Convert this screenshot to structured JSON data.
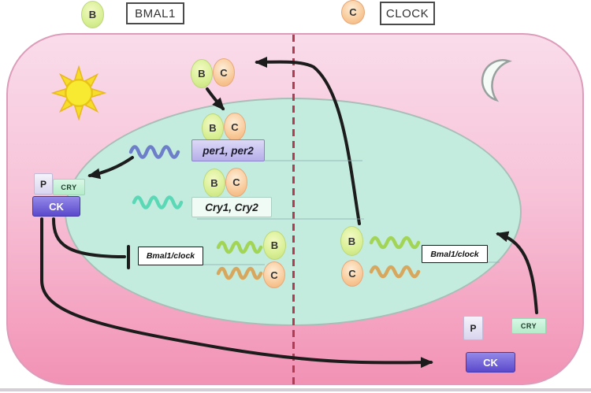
{
  "legend": {
    "bmal1": {
      "letter": "B",
      "label": "BMAL1"
    },
    "clock": {
      "letter": "C",
      "label": "CLOCK"
    }
  },
  "proteins": {
    "bmal1": "B",
    "clock": "C"
  },
  "genes": {
    "per": "per1, per2",
    "cry": "Cry1, Cry2",
    "bmal_clock": "Bmal1/clock"
  },
  "kinase_complex": {
    "phosphate": "P",
    "cry": "CRY",
    "ck": "CK"
  },
  "icons": {
    "day": "sun-icon",
    "night": "moon-icon"
  },
  "colors": {
    "cell_top": "#f9dcea",
    "cell_bottom": "#f292b4",
    "cell_border": "#dc9cba",
    "nucleus": "#c3ecdf",
    "nucleus_border": "#a9beb7",
    "bmal1_protein": "#d8ef93",
    "clock_protein": "#f8c693",
    "per_box": "#c9c3ef",
    "cry_box": "#f0fbf6",
    "p_tag": "#e9e6f7",
    "cry_tag": "#c0f1d3",
    "ck_tag": "#6355d2",
    "divider": "#b13c52",
    "arrow": "#1c1c1c",
    "mrna_per": "#6d7fc9",
    "mrna_cry": "#5bd8b6",
    "mrna_bmal1": "#a2d455",
    "mrna_clock": "#d8a75e",
    "sun": "#f8ea30",
    "moon": "#f5fbf7"
  }
}
